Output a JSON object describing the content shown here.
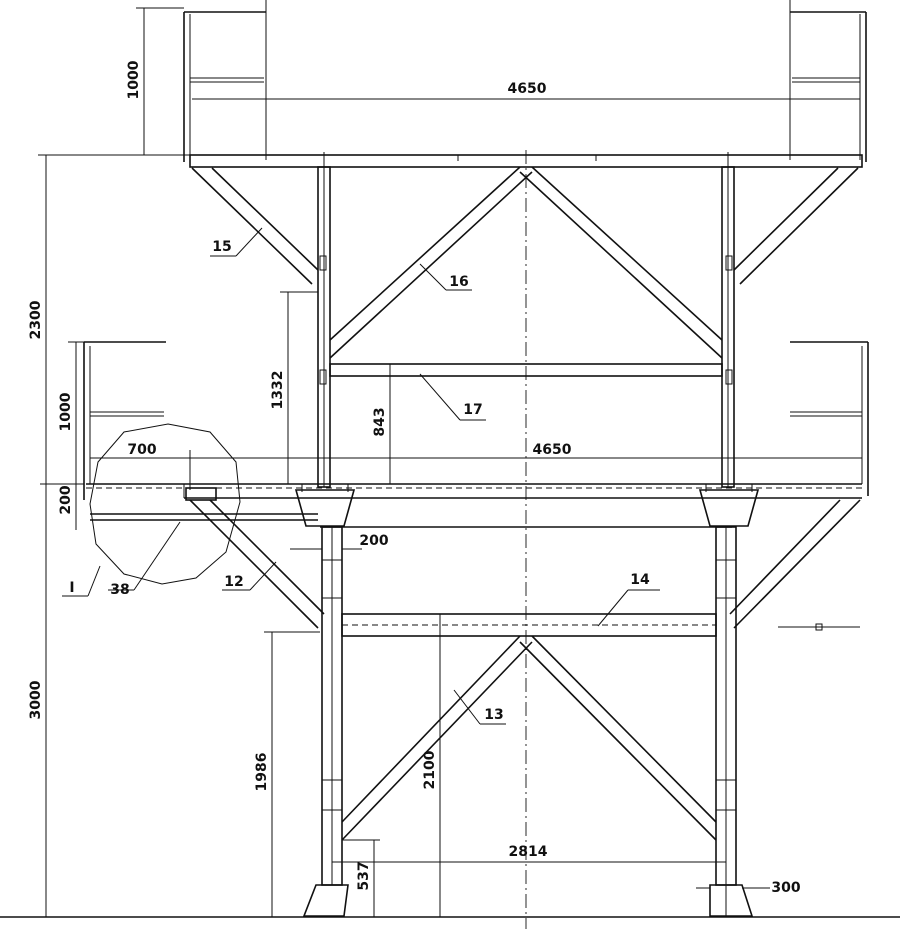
{
  "dimensions": {
    "top_rail_height": "1000",
    "top_width": "4650",
    "upper_height": "2300",
    "upper_brace_height": "1332",
    "mid_height": "843",
    "lower_rail_height": "1000",
    "ledge_width": "700",
    "mid_width": "4650",
    "deck_thickness": "200",
    "column_width": "200",
    "lower_height": "3000",
    "lower_brace_height": "1986",
    "beam_height": "2100",
    "base_height": "537",
    "column_span": "2814",
    "foot_width": "300"
  },
  "labels": {
    "item_15": "15",
    "item_16": "16",
    "item_17": "17",
    "item_14": "14",
    "item_12": "12",
    "item_13": "13",
    "item_38": "38",
    "detail_1": "I"
  }
}
